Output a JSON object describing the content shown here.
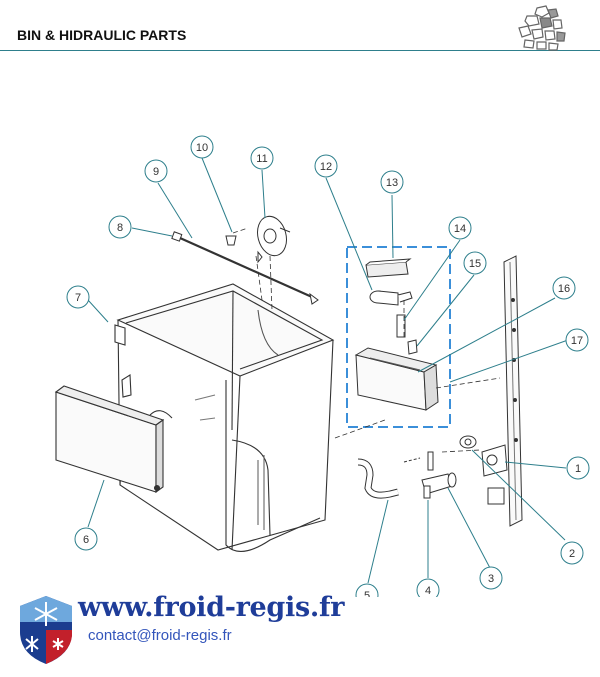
{
  "header": {
    "title": "BIN & HIDRAULIC PARTS",
    "logo_icon": "ice-cubes-icon"
  },
  "callouts": [
    "1",
    "2",
    "3",
    "4",
    "5",
    "6",
    "7",
    "8",
    "9",
    "10",
    "11",
    "12",
    "13",
    "14",
    "15",
    "16",
    "17"
  ],
  "footer": {
    "website": "www.froid-regis.fr",
    "contact": "contact@froid-regis.fr",
    "logo_icon": "snowflake-shield-icon"
  },
  "colors": {
    "callout": "#2e7f8c",
    "highlight_box": "#3b8fd9",
    "website": "#1f3d99",
    "contact": "#3355bb",
    "rule": "#2e7f8c"
  }
}
